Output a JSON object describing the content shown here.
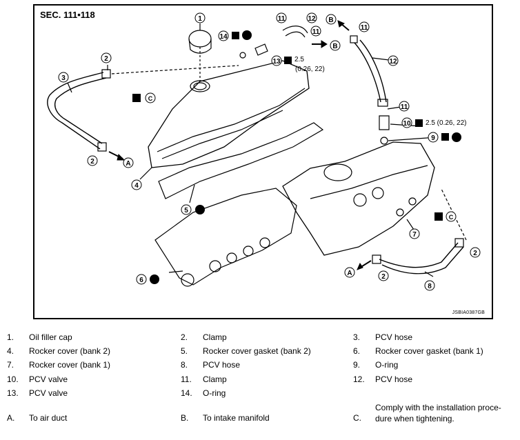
{
  "figure": {
    "section_label": "SEC. 111•118",
    "drawing_code": "JSBIA0387GB",
    "torque_spec_13": "2.5",
    "torque_spec_13_units": "(0.26, 22)",
    "torque_spec_10": "2.5 (0.26, 22)",
    "callouts": [
      "1",
      "2",
      "3",
      "4",
      "5",
      "6",
      "7",
      "8",
      "9",
      "10",
      "11",
      "12",
      "13",
      "14",
      "A",
      "B",
      "C"
    ]
  },
  "legend": {
    "items": [
      {
        "num": "1.",
        "text": "Oil filler cap"
      },
      {
        "num": "2.",
        "text": "Clamp"
      },
      {
        "num": "3.",
        "text": "PCV hose"
      },
      {
        "num": "4.",
        "text": "Rocker cover (bank 2)"
      },
      {
        "num": "5.",
        "text": "Rocker cover gasket (bank 2)"
      },
      {
        "num": "6.",
        "text": "Rocker cover gasket (bank 1)"
      },
      {
        "num": "7.",
        "text": "Rocker cover (bank 1)"
      },
      {
        "num": "8.",
        "text": "PCV hose"
      },
      {
        "num": "9.",
        "text": "O-ring"
      },
      {
        "num": "10.",
        "text": "PCV valve"
      },
      {
        "num": "11.",
        "text": "Clamp"
      },
      {
        "num": "12.",
        "text": "PCV hose"
      },
      {
        "num": "13.",
        "text": "PCV valve"
      },
      {
        "num": "14.",
        "text": "O-ring"
      }
    ],
    "letters": [
      {
        "num": "A.",
        "text": "To air duct"
      },
      {
        "num": "B.",
        "text": "To intake manifold"
      },
      {
        "num": "C.",
        "text": "Comply with the installation proce- dure when tightening."
      }
    ]
  }
}
